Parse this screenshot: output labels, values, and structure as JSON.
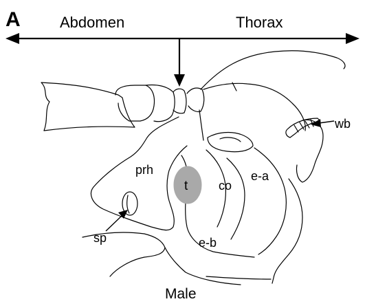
{
  "panel_letter": "A",
  "axis": {
    "left_label": "Abdomen",
    "right_label": "Thorax"
  },
  "labels": {
    "prh": "prh",
    "t": "t",
    "co": "co",
    "ea": "e-a",
    "eb": "e-b",
    "sp": "sp",
    "wb": "wb"
  },
  "caption": "Male",
  "colors": {
    "testis_fill": "#a9a9a9",
    "line": "#000000"
  }
}
